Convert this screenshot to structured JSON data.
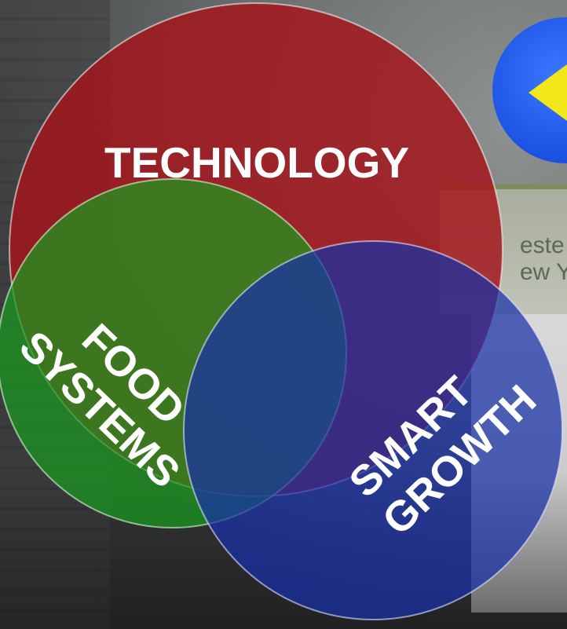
{
  "diagram": {
    "circles": [
      {
        "label": "TECHNOLOGY",
        "color": "#a3151b"
      },
      {
        "label_lines": [
          "FOOD",
          "SYSTEMS"
        ],
        "color": "#1a9a1f"
      },
      {
        "label_lines": [
          "SMART",
          "GROWTH"
        ],
        "color": "#1730a8"
      }
    ],
    "badge": {
      "color": "#1f5ef0",
      "arrow_color": "#f3e61a",
      "arrow_icon": "left-arrow-icon"
    }
  },
  "background": {
    "sign_text": "este\new Y"
  }
}
